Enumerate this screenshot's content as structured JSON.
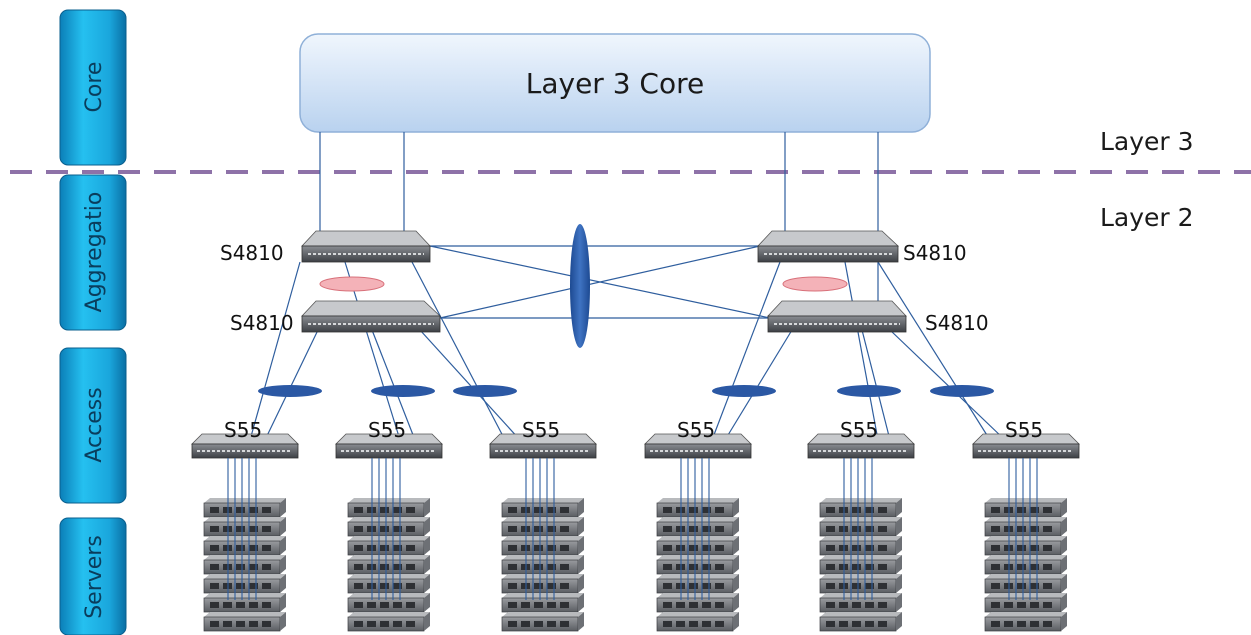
{
  "tiers": [
    "Core",
    "Aggregatio",
    "Access",
    "Servers"
  ],
  "core": {
    "label": "Layer 3 Core"
  },
  "layers": {
    "layer3": "Layer 3",
    "layer2": "Layer 2"
  },
  "aggregation": {
    "left_top": "S4810",
    "left_bottom": "S4810",
    "right_top": "S4810",
    "right_bottom": "S4810"
  },
  "access": [
    "S55",
    "S55",
    "S55",
    "S55",
    "S55",
    "S55"
  ],
  "colors": {
    "tier_fill": "#1fb4e8",
    "core_fill": "#cfe0f5",
    "divider": "#8e72a8",
    "link": "#2f5e9e",
    "lag_blue": "#2b58a4",
    "lag_pink": "#f4b2b8"
  }
}
